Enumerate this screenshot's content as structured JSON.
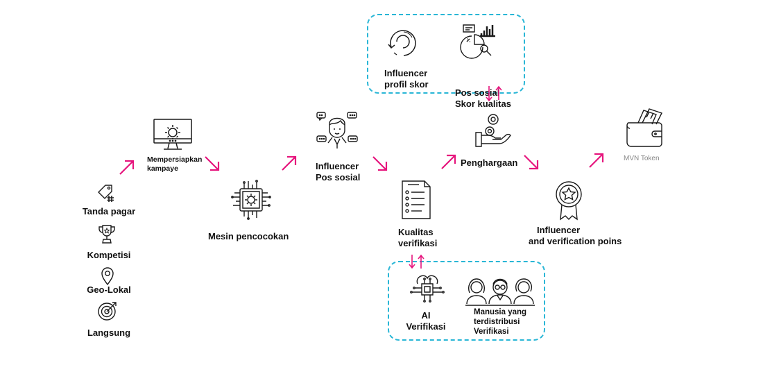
{
  "colors": {
    "arrow": "#e6157d",
    "dashed_box": "#29b6d6",
    "icon_stroke": "#1a1a1a",
    "muted_text": "#888888"
  },
  "left_items": [
    {
      "icon": "hashtag-tag-icon",
      "label": "Tanda pagar"
    },
    {
      "icon": "trophy-icon",
      "label": "Kompetisi"
    },
    {
      "icon": "location-pin-icon",
      "label": "Geo-Lokal"
    },
    {
      "icon": "target-icon",
      "label": "Langsung"
    }
  ],
  "steps": {
    "campaign": {
      "icon": "monitor-gear-icon",
      "line1": "Mempersiapkan",
      "line2": "kampaye"
    },
    "matching": {
      "icon": "chip-gear-icon",
      "label": "Mesin pencocokan"
    },
    "social_post": {
      "icon": "influencer-chat-icon",
      "line1": "Influencer",
      "line2": "Pos sosial"
    },
    "quality_verification": {
      "icon": "checklist-icon",
      "line1": "Kualitas",
      "line2": "verifikasi"
    },
    "ai_verification": {
      "icon": "ai-chip-icon",
      "line1": "AI",
      "line2": "Verifikasi"
    },
    "human_verification": {
      "icon": "people-group-icon",
      "line1": "Manusia yang",
      "line2": "terdistribusi",
      "line3": "Verifikasi"
    },
    "profile_score": {
      "icon": "refresh-cycle-icon",
      "line1": "Influencer",
      "line2": "profil skor"
    },
    "post_quality_score": {
      "icon": "analytics-chart-icon",
      "line1": "Pos sosial",
      "line2": "Skor kualitas"
    },
    "reward": {
      "icon": "coin-hand-icon",
      "label": "Penghargaan"
    },
    "points": {
      "icon": "medal-badge-icon",
      "line1": "Influencer",
      "line2": "and verification poins"
    },
    "token": {
      "icon": "wallet-icon",
      "label": "MVN Token"
    }
  }
}
